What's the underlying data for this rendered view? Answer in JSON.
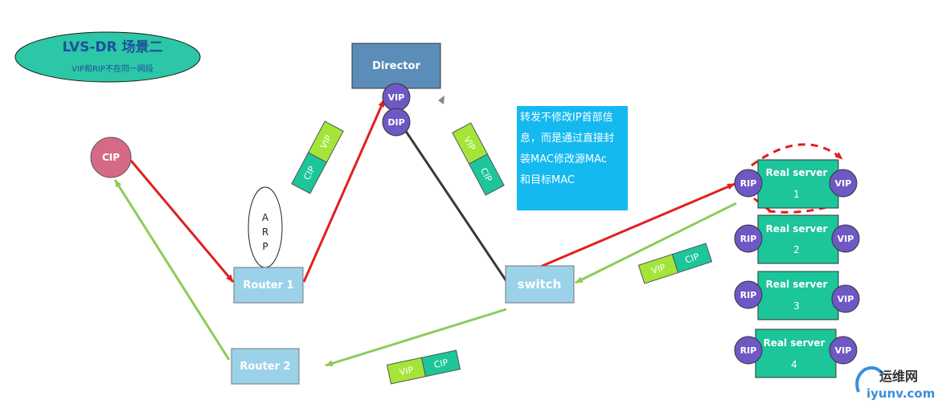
{
  "title": {
    "main": "LVS-DR  场景二",
    "subtitle": "VIP和RIP不在同一网段"
  },
  "nodes": {
    "cip": "CIP",
    "director": "Director",
    "director_vip": "VIP",
    "director_dip": "DIP",
    "router1": "Router 1",
    "router2": "Router 2",
    "switch": "switch",
    "arp": [
      "A",
      "R",
      "P"
    ]
  },
  "servers": [
    {
      "name": "Real server",
      "num": "1",
      "left": "RIP",
      "right": "VIP"
    },
    {
      "name": "Real server",
      "num": "2",
      "left": "RIP",
      "right": "VIP"
    },
    {
      "name": "Real server",
      "num": "3",
      "left": "RIP",
      "right": "VIP"
    },
    {
      "name": "Real server",
      "num": "4",
      "left": "RIP",
      "right": "VIP"
    }
  ],
  "packets": {
    "p1": {
      "a": "CIP",
      "b": "VIP"
    },
    "p2": {
      "a": "VIP",
      "b": "CIP"
    },
    "p3": {
      "a": "VIP",
      "b": "CIP"
    },
    "p4": {
      "a": "VIP",
      "b": "CIP"
    }
  },
  "note": {
    "lines": [
      "转发不修改IP首部信",
      "息，而是通过直接封",
      "装MAC修改源MAc",
      "和目标MAC"
    ]
  },
  "watermark": {
    "brand": "运维网",
    "site": "iyunv.com"
  },
  "colors": {
    "request": "#E02020",
    "response": "#8DCB5A",
    "box": "#9BD2EA",
    "director": "#5B8DB8",
    "server": "#1DC59A",
    "circle": "#6E58C4",
    "cip": "#D66A86",
    "title_bg": "#2CC7A6",
    "note_bg": "#14B9F0"
  }
}
